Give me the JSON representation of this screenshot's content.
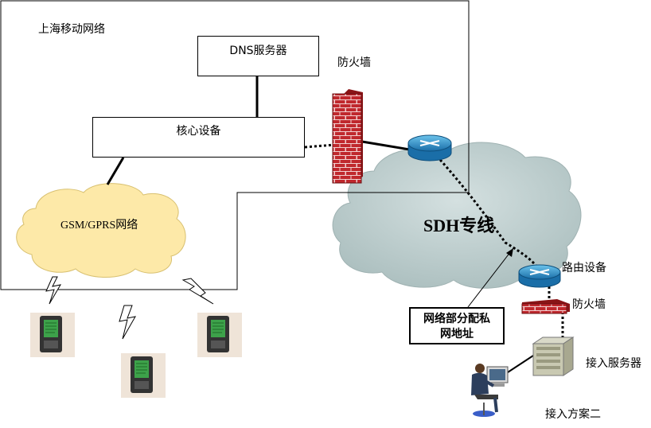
{
  "region_label": "上海移动网络",
  "dns_server": "DNS服务器",
  "core_device": "核心设备",
  "firewall_top": "防火墙",
  "gsm_cloud": "GSM/GPRS网络",
  "sdh_cloud": "SDH专线",
  "router_label": "路由设备",
  "firewall_bottom": "防火墙",
  "access_server": "接入服务器",
  "private_addr": "网络部分配私网地址",
  "scheme": "接入方案二",
  "colors": {
    "gsm_cloud": "#fde9a8",
    "sdh_cloud": "#bfcfcf",
    "firewall": "#c0282d",
    "router": "#2a90c8"
  }
}
